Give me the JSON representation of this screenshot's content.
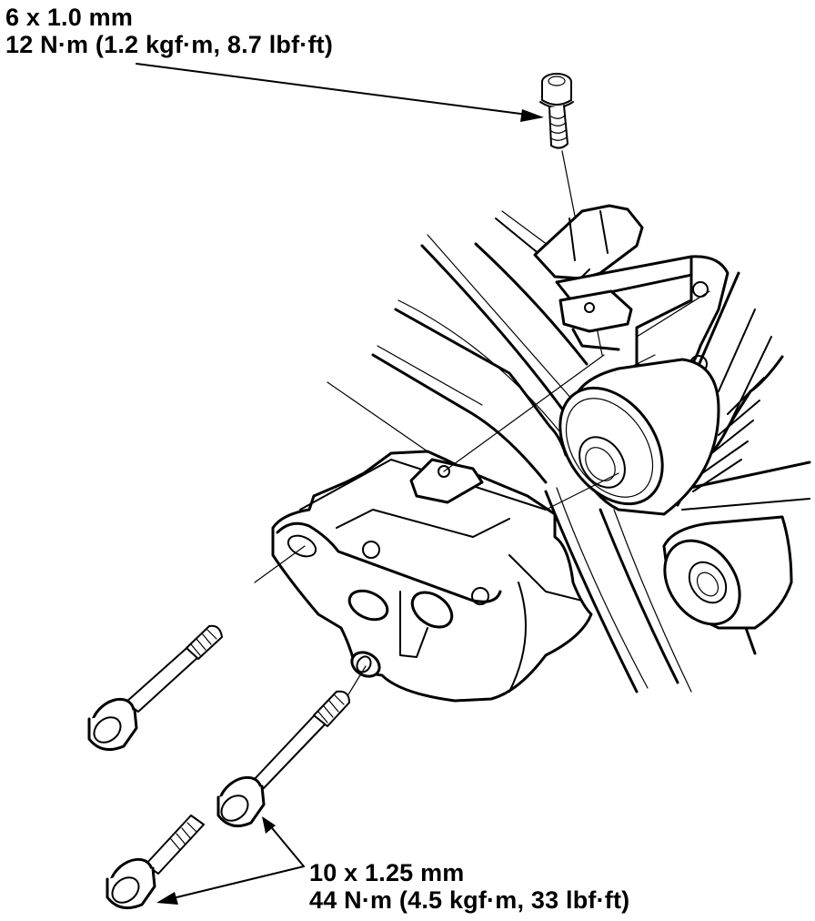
{
  "diagram": {
    "type": "exploded-view line drawing",
    "subject": "engine mount bracket with drive belt tensioner, pulleys, connector and fasteners",
    "colors": {
      "ink": "#000000",
      "background": "#ffffff"
    }
  },
  "callouts": {
    "top": {
      "size": "6 x 1.0 mm",
      "torque": "12 N·m (1.2 kgf·m, 8.7 lbf·ft)",
      "target": "upper flange bolt"
    },
    "bottom": {
      "size": "10 x 1.25 mm",
      "torque": "44 N·m (4.5 kgf·m, 33 lbf·ft)",
      "targets": [
        "middle lower flange bolt",
        "bottom flange bolt"
      ]
    }
  },
  "parts": [
    {
      "id": "upper-bolt",
      "name": "6 x 1.0 mm flange bolt"
    },
    {
      "id": "connector",
      "name": "electrical connector and bracket"
    },
    {
      "id": "tensioner-pulley",
      "name": "tensioner / idler pulley"
    },
    {
      "id": "lower-pulley",
      "name": "lower idler pulley"
    },
    {
      "id": "mount-bracket",
      "name": "engine mount bracket"
    },
    {
      "id": "long-bolt-1",
      "name": "long flange bolt (upper left)"
    },
    {
      "id": "long-bolt-2",
      "name": "long flange bolt (middle)"
    },
    {
      "id": "short-bolt",
      "name": "short flange bolt (bottom)"
    }
  ]
}
